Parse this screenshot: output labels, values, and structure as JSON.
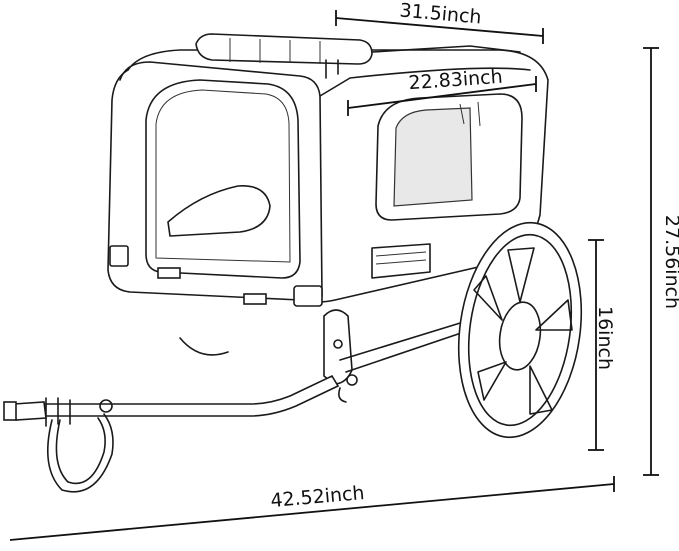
{
  "dimensions": {
    "top_width": "31.5inch",
    "inner_width": "22.83inch",
    "total_height": "27.56inch",
    "wheel_size": "16inch",
    "total_length": "42.52inch"
  },
  "colors": {
    "line": "#111111",
    "background": "#ffffff"
  }
}
